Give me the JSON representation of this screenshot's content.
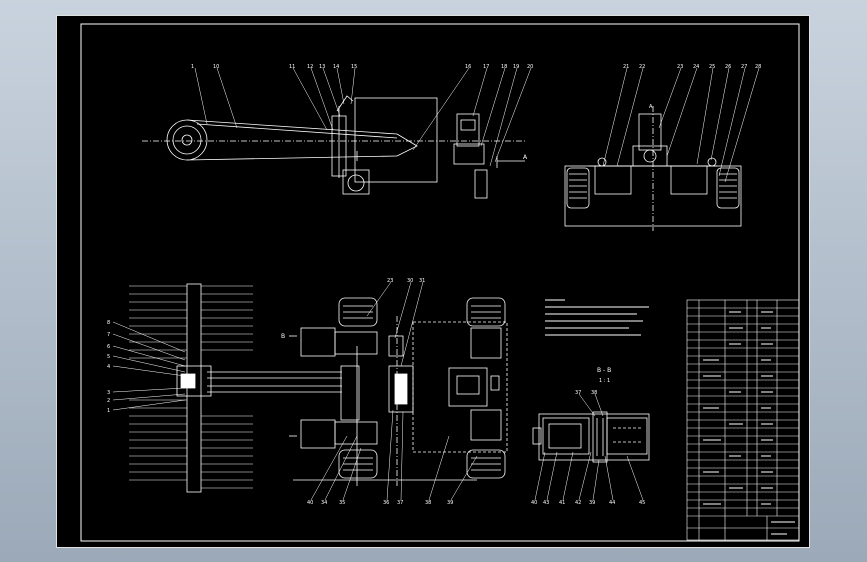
{
  "section_labels": {
    "view_a": "A",
    "view_b_left": "B",
    "section_bb": "B - B",
    "scale": "1 : 1"
  },
  "top_view_callouts": [
    "1",
    "10",
    "11",
    "12",
    "13",
    "14",
    "15",
    "16",
    "17",
    "18",
    "19",
    "20"
  ],
  "side_view_callouts": [
    "21",
    "22",
    "23",
    "24",
    "25",
    "26",
    "27",
    "28"
  ],
  "plan_view_callouts": [
    "23",
    "30",
    "31"
  ],
  "plan_view_bottom_callouts": [
    "40",
    "34",
    "35",
    "36",
    "37",
    "38",
    "39"
  ],
  "left_callouts": [
    "8",
    "7",
    "6",
    "5",
    "4",
    "3",
    "2",
    "1"
  ],
  "section_callouts_top": [
    "37",
    "38"
  ],
  "section_callouts_bottom": [
    "40",
    "43",
    "41",
    "42",
    "39",
    "44",
    "45"
  ],
  "colors": {
    "line": "#ffffff",
    "part": "#ffffff",
    "background": "#000000"
  }
}
